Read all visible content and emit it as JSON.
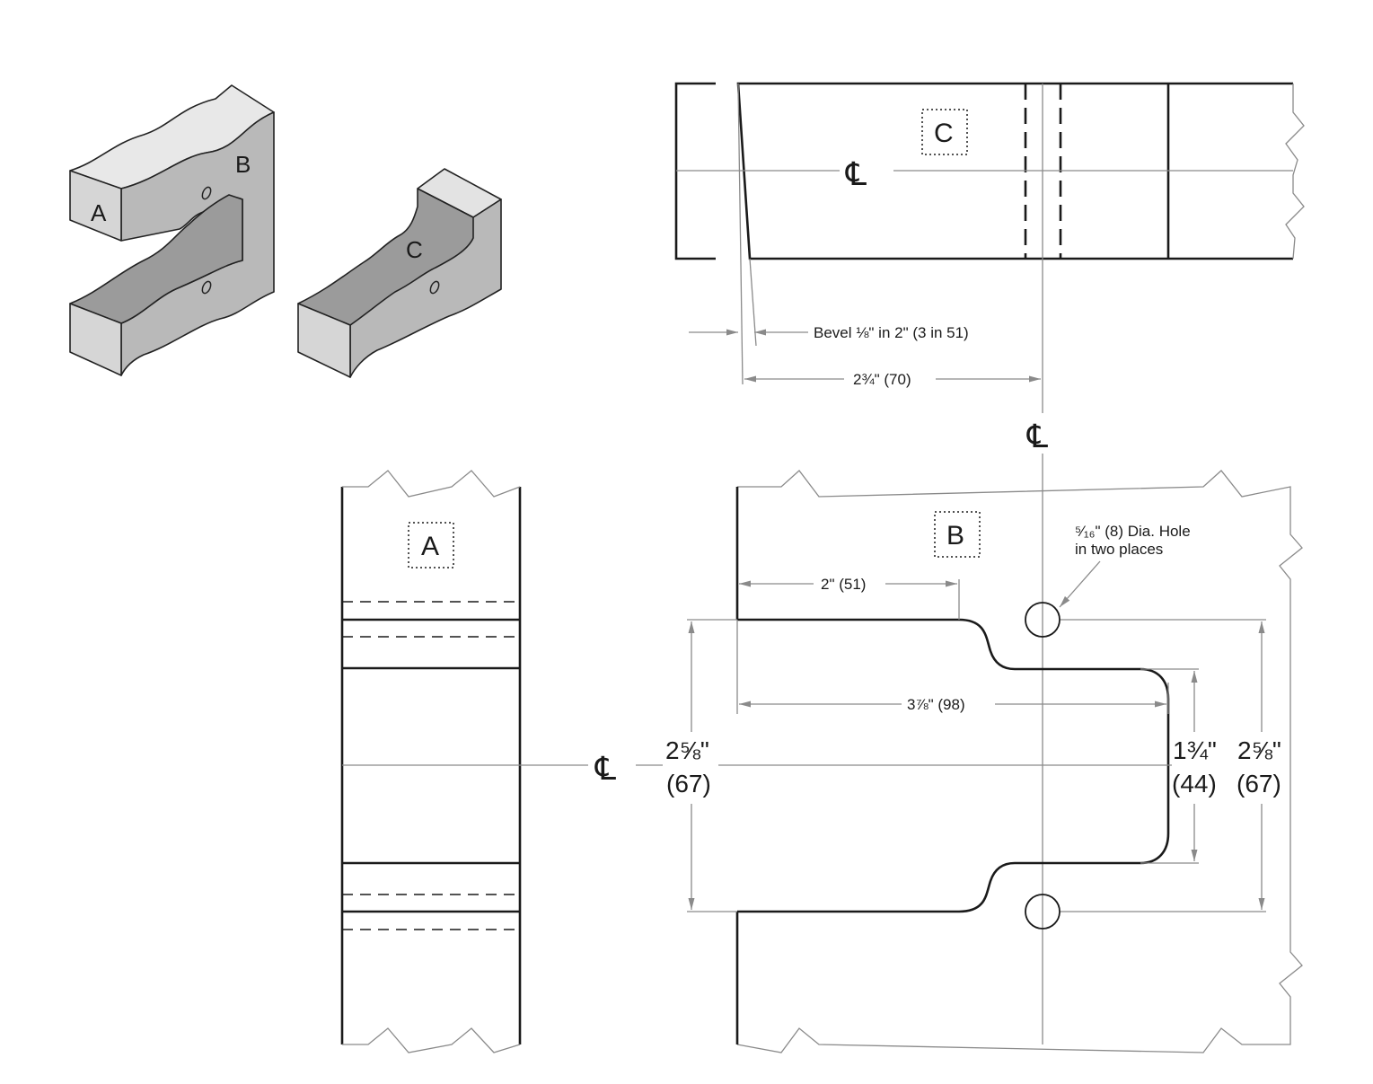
{
  "isometric": {
    "labels": {
      "a": "A",
      "b": "B",
      "c": "C"
    },
    "colors": {
      "light": "#e8e8e8",
      "mid": "#c2c2c2",
      "dark": "#9a9a9a"
    }
  },
  "view_c": {
    "box_label": "C",
    "bevel_text": "Bevel ⅛\" in 2\" (3 in 51)",
    "width_dim": "2¾\" (70)"
  },
  "view_a": {
    "box_label": "A"
  },
  "view_b": {
    "box_label": "B",
    "hole_note_line1": "⁵⁄₁₆\" (8) Dia. Hole",
    "hole_note_line2": "in two places",
    "dim_2in": "2\" (51)",
    "dim_3_7_8": "3⅞\" (98)",
    "dim_left_line1": "2⅝\"",
    "dim_left_line2": "(67)",
    "dim_mid_line1": "1¾\"",
    "dim_mid_line2": "(44)",
    "dim_right_line1": "2⅝\"",
    "dim_right_line2": "(67)"
  },
  "centerline_symbol": "℄"
}
